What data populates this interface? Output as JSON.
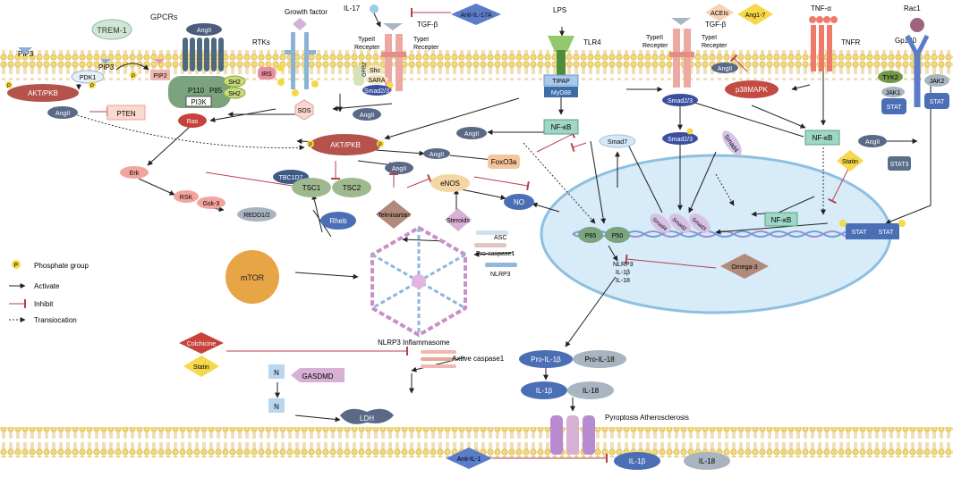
{
  "labels": {
    "trem1": "TREM-1",
    "gpcrs": "GPCRs",
    "rtks": "RTKs",
    "growth_factor": "Growth factor",
    "il17": "IL-17",
    "anti_il17a": "Anti-IL-17A",
    "tgfb_left": "TGF-β",
    "typeii_left": "TypeII",
    "typei_left": "TypeI",
    "receptor": "Recepter",
    "lps": "LPS",
    "tlr4": "TLR4",
    "tipap": "TIPAP",
    "myd88": "MyD88",
    "tgfb_right": "TGF-β",
    "aceis": "ACEIs",
    "ang17": "Ang1-7",
    "tnfa": "TNF-α",
    "tnfr": "TNFR",
    "rac1": "Rac1",
    "gp130": "Gp130",
    "tyk2": "TYK2",
    "jak1": "JAK1",
    "jak2": "JAK2",
    "stat": "STAT",
    "stat3": "STAT3",
    "pip3": "PIP3",
    "pip2": "PIP2",
    "pdk1": "PDK1",
    "p": "P",
    "akt_pkb": "AKT/PKB",
    "pten": "PTEN",
    "angii": "AngII",
    "p110": "P110",
    "p85": "P85",
    "pi3k": "PI3K",
    "sh2": "SH2",
    "irs": "IRS",
    "shc": "Shc",
    "sara": "SARA",
    "grb2": "GRB2",
    "smad23": "Smad2/3",
    "smad7": "Smad7",
    "smad4": "Smad4",
    "smad2": "Smad2",
    "smad3": "Smad3",
    "ras": "Ras",
    "sos": "SOS",
    "nfkb": "NF-κB",
    "p38mapk": "p38MAPK",
    "foxo3a": "FoxO3a",
    "erk": "Erk",
    "rsk": "RSK",
    "gsk3": "Gsk-3",
    "tbc1d7": "TBC1D7",
    "tsc1": "TSC1",
    "tsc2": "TSC2",
    "redd": "REDD1/2",
    "rheb": "Rheb",
    "mtor": "mTOR",
    "enos": "eNOS",
    "no": "NO",
    "telmisartan": "Telmisartan",
    "steroids": "Steroids",
    "statin": "Statin",
    "asc": "ASC",
    "pro_caspase1": "Pro-caspase1",
    "nlrp3": "NLRP3",
    "nlrp3_inflammasome": "NLRP3  Inflammasome",
    "p65": "P65",
    "p50": "P50",
    "nuc_nlrp3": "NLRP3",
    "nuc_il1b": "IL-1β",
    "nuc_il18": "IL-18",
    "omega3": "Omega-3",
    "colchicine": "Colchicine",
    "active_caspase1": "Axtive caspase1",
    "gasdmd": "GASDMD",
    "n": "N",
    "ldh": "LDH",
    "pro_il1b": "Pro-IL-1β",
    "pro_il18": "Pro-IL-18",
    "il1b": "IL-1β",
    "il18": "IL-18",
    "pyroptosis": "Pyroptosis Atherosclerosis",
    "anti_il1": "Anti-IL-1"
  },
  "legend": {
    "phosphate": "Phosphate group",
    "activate": "Activate",
    "inhibit": "Inhibit",
    "translocation": "Transiocation"
  },
  "colors": {
    "membrane": "#e8c24a",
    "membrane_head": "#f2d97a",
    "nucleus_fill": "#cfe6f5",
    "nucleus_stroke": "#7fb3d8",
    "akt": "#c0544e",
    "angii": "#5a6a86",
    "nfkb": "#9fd6c6",
    "smad": "#3a4fa0",
    "drug_diamond": "#f6d84a",
    "anti_diamond": "#5b7cc9",
    "brown_diamond": "#b08a7a",
    "inhibit": "#b5414b",
    "activate": "#222222"
  }
}
